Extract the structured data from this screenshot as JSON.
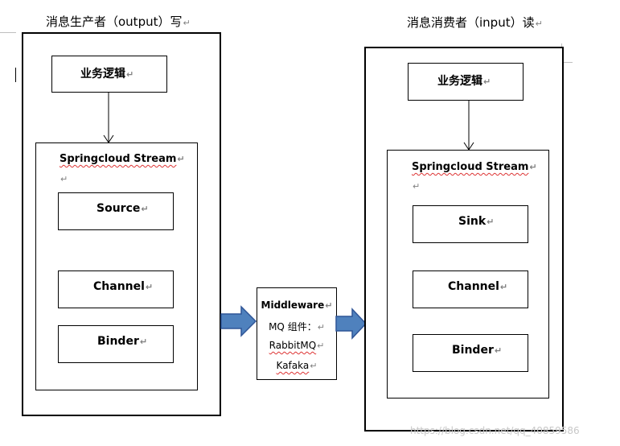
{
  "producer": {
    "title": "消息生产者（output）写",
    "logic_label": "业务逻辑",
    "stream_label": "Springcloud Stream",
    "components": [
      "Source",
      "Channel",
      "Binder"
    ]
  },
  "consumer": {
    "title": "消息消费者（input）读",
    "logic_label": "业务逻辑",
    "stream_label": "Springcloud Stream",
    "components": [
      "Sink",
      "Channel",
      "Binder"
    ]
  },
  "middleware": {
    "lines": [
      "Middleware",
      "MQ 组件：",
      "RabbitMQ",
      "Kafaka"
    ]
  },
  "paragraph_mark": "↵",
  "watermark": "https://blog.csdn.net/qq_40859586",
  "colors": {
    "arrow_fill": "#4f81bd",
    "arrow_stroke": "#2f5597",
    "border": "#000000",
    "spell_underline": "#dd3333"
  }
}
